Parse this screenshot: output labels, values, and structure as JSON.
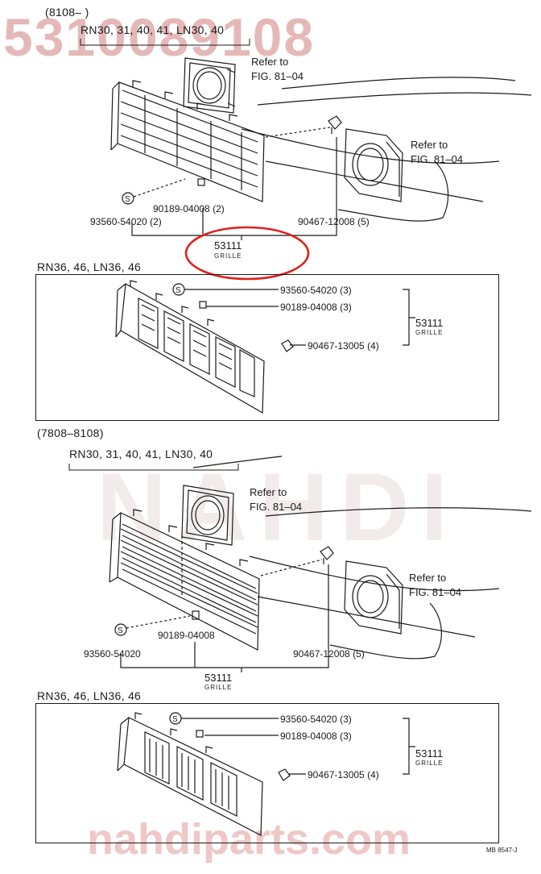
{
  "watermark": {
    "part_code": "5310089108",
    "site": "nahdiparts.com",
    "brand_mark": "NAHDI",
    "color": "#e5b8b8"
  },
  "highlight_color": "#e0201b",
  "section_a": {
    "date_range": "(8108–      )",
    "models_main": "RN30, 31, 40, 41, LN30, 40",
    "refer_left_line1": "Refer to",
    "refer_left_line2": "FIG. 81–04",
    "refer_right_line1": "Refer to",
    "refer_right_line2": "FIG. 81–04",
    "part_screw_clip": "90189-04008 (2)",
    "part_screw": "93560-54020 (2)",
    "part_clip_nut": "90467-12008 (5)",
    "grille_number": "53111",
    "grille_name": "GRILLE",
    "inset_models": "RN36, 46, LN36, 46",
    "inset_screw": "93560-54020 (3)",
    "inset_clip": "90189-04008 (3)",
    "inset_nut": "90467-13005 (4)",
    "inset_grille_number": "53111",
    "inset_grille_name": "GRILLE"
  },
  "section_b": {
    "date_range": "(7808–8108)",
    "models_main": "RN30, 31, 40, 41, LN30, 40",
    "refer_left_line1": "Refer to",
    "refer_left_line2": "FIG. 81–04",
    "refer_right_line1": "Refer to",
    "refer_right_line2": "FIG. 81–04",
    "part_clip": "90189-04008",
    "part_screw": "93560-54020",
    "part_clip_nut": "90467-12008 (5)",
    "grille_number": "53111",
    "grille_name": "GRILLE",
    "inset_models": "RN36, 46, LN36, 46",
    "inset_screw": "93560-54020 (3)",
    "inset_clip": "90189-04008 (3)",
    "inset_nut": "90467-13005 (4)",
    "inset_grille_number": "53111",
    "inset_grille_name": "GRILLE"
  },
  "figure_code": "MB 8547-J"
}
